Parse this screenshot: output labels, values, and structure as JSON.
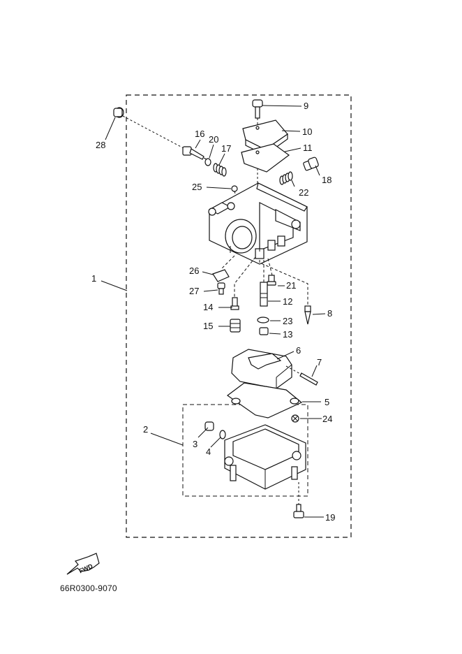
{
  "diagram": {
    "callouts": {
      "c1": "1",
      "c2": "2",
      "c3": "3",
      "c4": "4",
      "c5": "5",
      "c6": "6",
      "c7": "7",
      "c8": "8",
      "c9": "9",
      "c10": "10",
      "c11": "11",
      "c12": "12",
      "c13": "13",
      "c14": "14",
      "c15": "15",
      "c16": "16",
      "c17": "17",
      "c18": "18",
      "c19": "19",
      "c20": "20",
      "c21": "21",
      "c22": "22",
      "c23": "23",
      "c24": "24",
      "c25": "25",
      "c26": "26",
      "c27": "27",
      "c28": "28"
    },
    "fwd_label": "FWD",
    "drawing_code": "66R0300-9070"
  }
}
